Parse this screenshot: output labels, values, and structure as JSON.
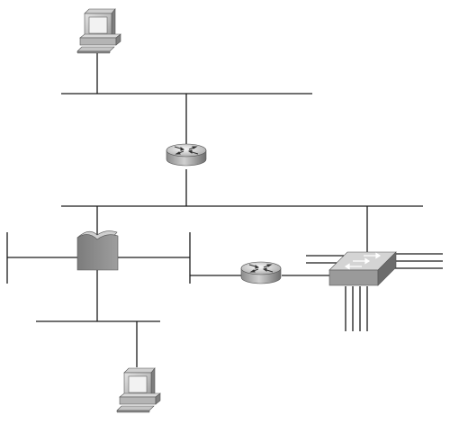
{
  "diagram": {
    "type": "network-topology",
    "nodes": [
      {
        "id": "pc-top",
        "kind": "workstation-icon"
      },
      {
        "id": "router-main",
        "kind": "router-icon"
      },
      {
        "id": "bridge",
        "kind": "bridge-icon"
      },
      {
        "id": "router-secondary",
        "kind": "router-icon"
      },
      {
        "id": "switch",
        "kind": "switch-icon"
      },
      {
        "id": "pc-bottom",
        "kind": "workstation-icon"
      }
    ],
    "segments": [
      {
        "id": "lan-top",
        "connects": [
          "pc-top",
          "router-main"
        ]
      },
      {
        "id": "backbone",
        "connects": [
          "router-main",
          "bridge",
          "switch"
        ]
      },
      {
        "id": "lan-left",
        "connects": [
          "bridge"
        ]
      },
      {
        "id": "lan-middle",
        "connects": [
          "bridge",
          "router-secondary"
        ]
      },
      {
        "id": "lan-bottom",
        "connects": [
          "bridge",
          "pc-bottom"
        ]
      }
    ],
    "colors": {
      "line": "#1a1a1a",
      "device_light": "#d6d6d6",
      "device_mid": "#9a9a9a",
      "device_dark": "#666666",
      "screen": "#f2f2f2"
    }
  }
}
